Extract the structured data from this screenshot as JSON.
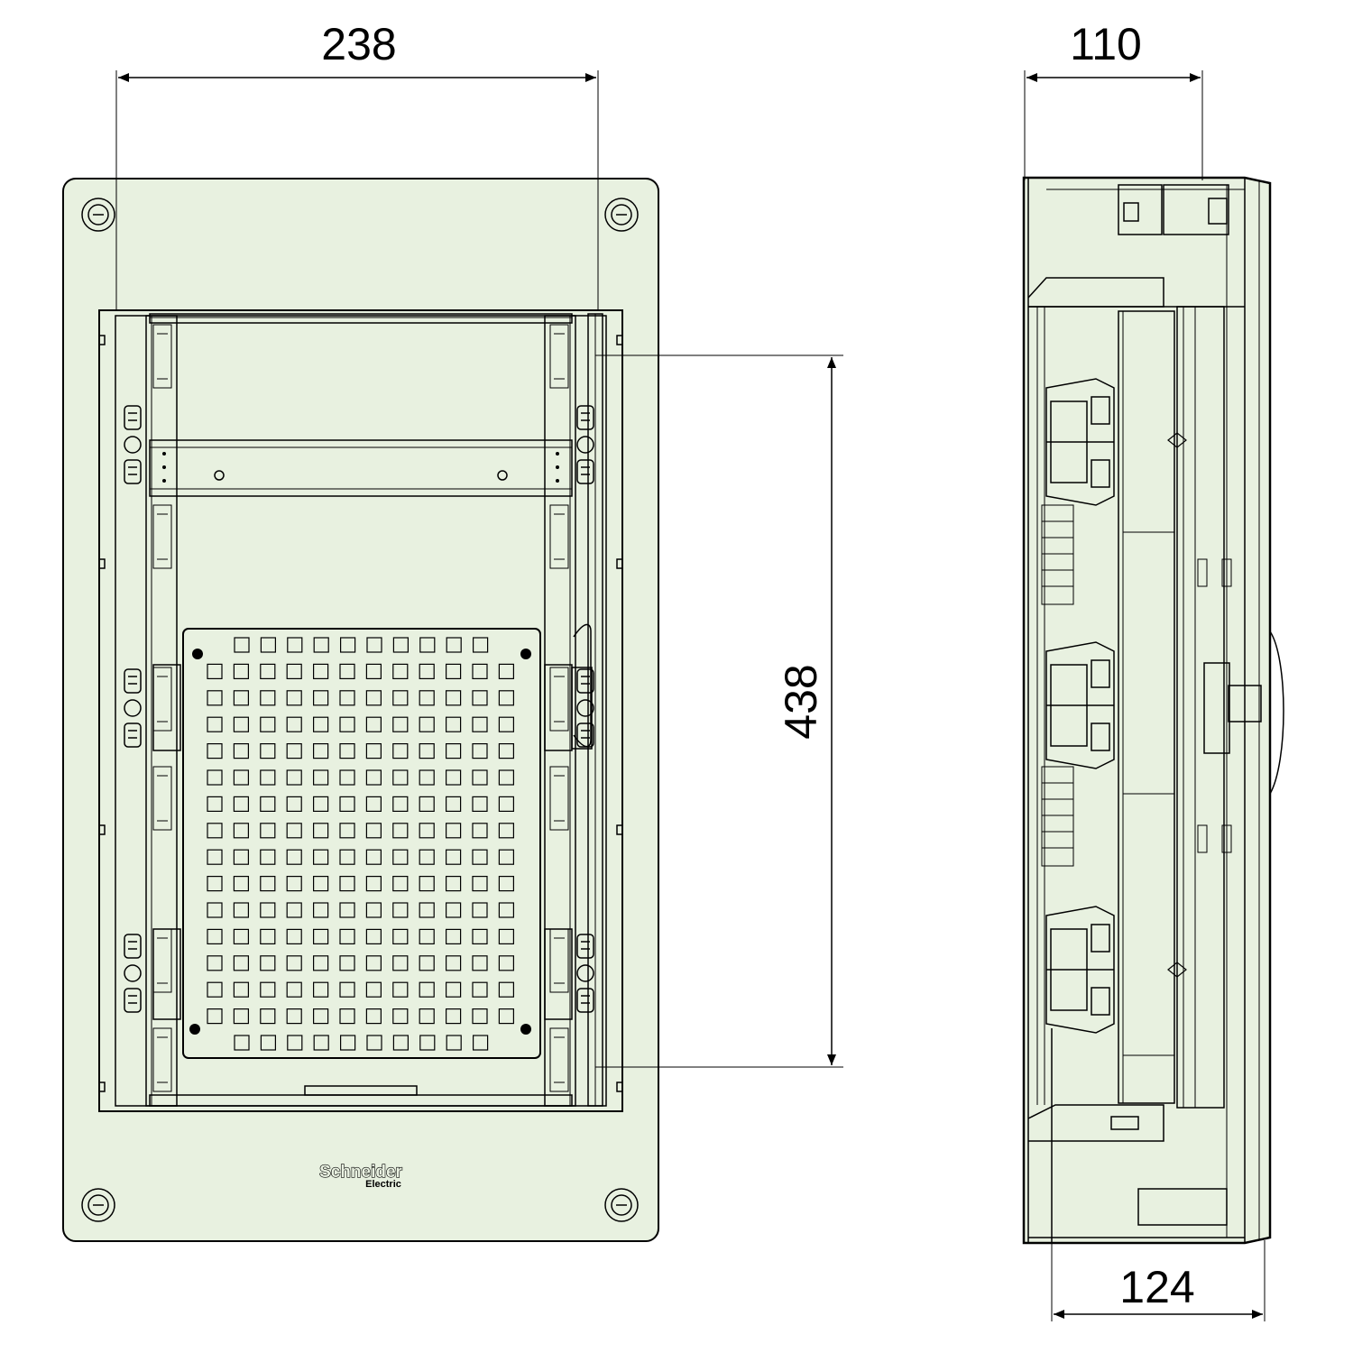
{
  "dimensions": {
    "width_front": "238",
    "depth_body": "110",
    "height_inner": "438",
    "depth_total": "124"
  },
  "logo": {
    "line1": "Schneider",
    "line2": "Electric"
  },
  "colors": {
    "panel_fill": "#e8f1e0",
    "line": "#000000",
    "background": "#ffffff"
  }
}
